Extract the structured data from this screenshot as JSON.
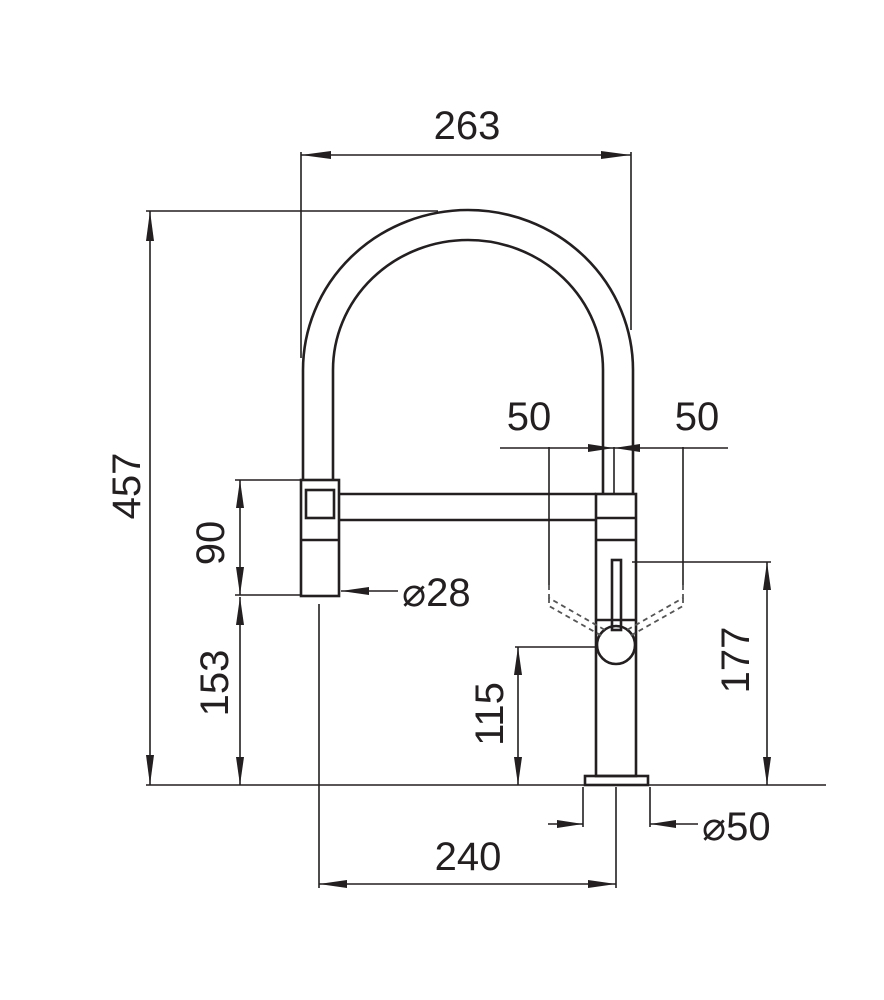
{
  "dimensions": {
    "width_top": "263",
    "height_total": "457",
    "head_length": "90",
    "head_diameter": "⌀28",
    "spout_clearance": "153",
    "offset_left": "50",
    "offset_right": "50",
    "lever_height": "177",
    "lever_pivot_height": "115",
    "base_diameter": "⌀50",
    "reach": "240"
  }
}
